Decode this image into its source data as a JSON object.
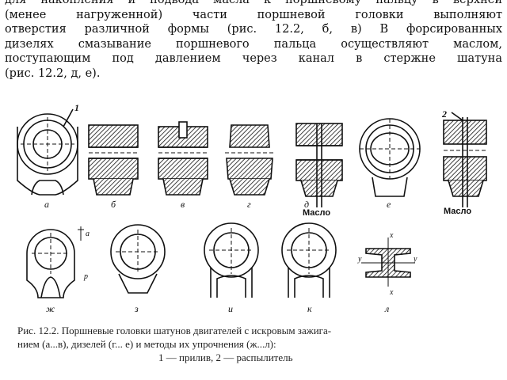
{
  "text": {
    "lines": [
      "для накопления и подвода масла к поршневому пальцу в верхней",
      "(менее нагруженной) части поршневой головки выполняют",
      "отверстия различной формы (рис. 12.2, б, в) В форсированных",
      "дизелях смазывание поршневого пальца осуществляют маслом,",
      "поступающим под давлением через канал в стержне шатуна",
      "(рис. 12.2, д, е)."
    ]
  },
  "figure": {
    "top_labels": [
      "а",
      "б",
      "в",
      "г",
      "д",
      "е"
    ],
    "bottom_labels": [
      "ж",
      "з",
      "и",
      "к",
      "л"
    ],
    "callouts": [
      "1",
      "2"
    ],
    "oil_labels": [
      "Масло",
      "Масло"
    ],
    "axis_labels": [
      "x",
      "x",
      "y",
      "y"
    ],
    "dimension_labels": [
      "a",
      "p"
    ]
  },
  "caption": {
    "line1": "Рис. 12.2. Поршневые головки шатунов двигателей с искровым зажига-",
    "line2": "нием (а...в), дизелей (г... е) и методы их упрочнения (ж...л):",
    "line3": "1 — прилив, 2 — распылитель"
  }
}
